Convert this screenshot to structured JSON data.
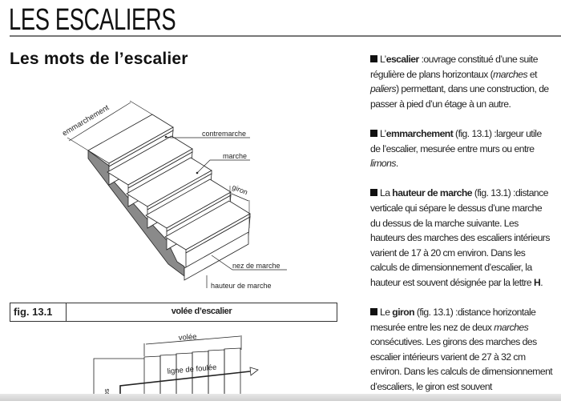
{
  "header": {
    "title": "LES ESCALIERS"
  },
  "section": {
    "title": "Les mots de l’escalier"
  },
  "figure1": {
    "labels": {
      "emmarchement": "emmarchement",
      "contremarche": "contremarche",
      "marche": "marche",
      "giron": "giron",
      "nez": "nez de marche",
      "hauteur": "hauteur de marche"
    },
    "fig_number": "fig. 13.1",
    "caption": "volée d’escalier"
  },
  "figure2": {
    "labels": {
      "volee": "volée",
      "ligne": "ligne de foulée",
      "pos": "pos"
    }
  },
  "definitions": [
    {
      "pre": "L’",
      "term": "escalier",
      "text1": " :ouvrage constitué d’une suite régulière de plans horizontaux (",
      "em1": "marches",
      "text2": " et ",
      "em2": "paliers",
      "text3": ") permettant, dans une construction, de passer à pied d’un étage à un autre."
    },
    {
      "pre": "L’",
      "term": "emmarchement",
      "text1": " (fig. 13.1) :largeur utile de l’escalier, mesurée entre murs ou entre ",
      "em1": "limons",
      "text2": "."
    },
    {
      "pre": "La ",
      "term": "hauteur de marche",
      "text1": " (fig. 13.1) :distance verticale qui sépare le dessus d’une marche du dessus de la marche suivante. Les hauteurs des marches des escaliers intérieurs varient de 17 à 20 cm environ. Dans les calculs de dimensionnement d’escalier, la hauteur est souvent désignée par la lettre ",
      "em1": "H",
      "text2": "."
    },
    {
      "pre": "Le ",
      "term": "giron",
      "text1": " (fig. 13.1) :distance horizontale mesurée entre les nez de deux ",
      "em1": "marches",
      "text2": " consécutives. Les girons des marches des escalier intérieurs varient de 27 à 32 cm environ. Dans les calculs de dimensionnement d’escaliers, le giron est souvent"
    }
  ]
}
